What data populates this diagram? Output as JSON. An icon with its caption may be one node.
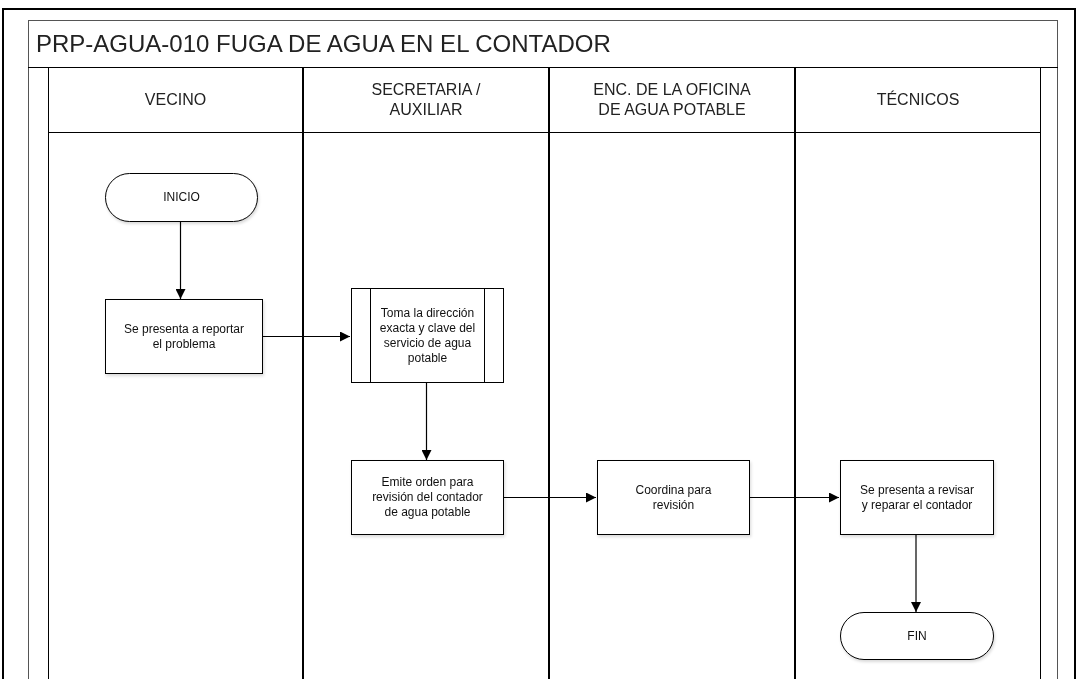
{
  "diagram": {
    "title": "PRP-AGUA-010 FUGA DE AGUA EN EL CONTADOR",
    "nodes": [
      {
        "text": [
          "VECINO"
        ]
      },
      {
        "text": [
          "SECRETARIA / AUXILIAR"
        ]
      },
      {
        "text": [
          "ENC. DE LA OFICINA DE AGUA POTABLE"
        ]
      },
      {
        "text": [
          "TÉCNICOS"
        ]
      },
      {
        "text": [
          "INICIO"
        ],
        "in": 0
      },
      {
        "text": [
          "Se presenta a reportar el problema"
        ],
        "in": 0
      },
      {
        "text": [
          "Toma la dirección exacta y clave del servicio de agua potable"
        ],
        "in": 1
      },
      {
        "text": [
          "Emite orden para revisión del contador de agua potable"
        ],
        "in": 1
      },
      {
        "text": [
          "Coordina para revisión"
        ],
        "in": 2
      },
      {
        "text": [
          "Se presenta a revisar y reparar el contador"
        ],
        "in": 3
      },
      {
        "text": [
          "FIN"
        ],
        "in": 3
      }
    ],
    "edges": [
      {
        "from": 4,
        "to": 5,
        "arrow": "to"
      },
      {
        "from": 5,
        "to": 6,
        "arrow": "to"
      },
      {
        "from": 6,
        "to": 7,
        "arrow": "to"
      },
      {
        "from": 7,
        "to": 8,
        "arrow": "to"
      },
      {
        "from": 8,
        "to": 9,
        "arrow": "to"
      },
      {
        "from": 9,
        "to": 10,
        "arrow": "to"
      }
    ]
  }
}
